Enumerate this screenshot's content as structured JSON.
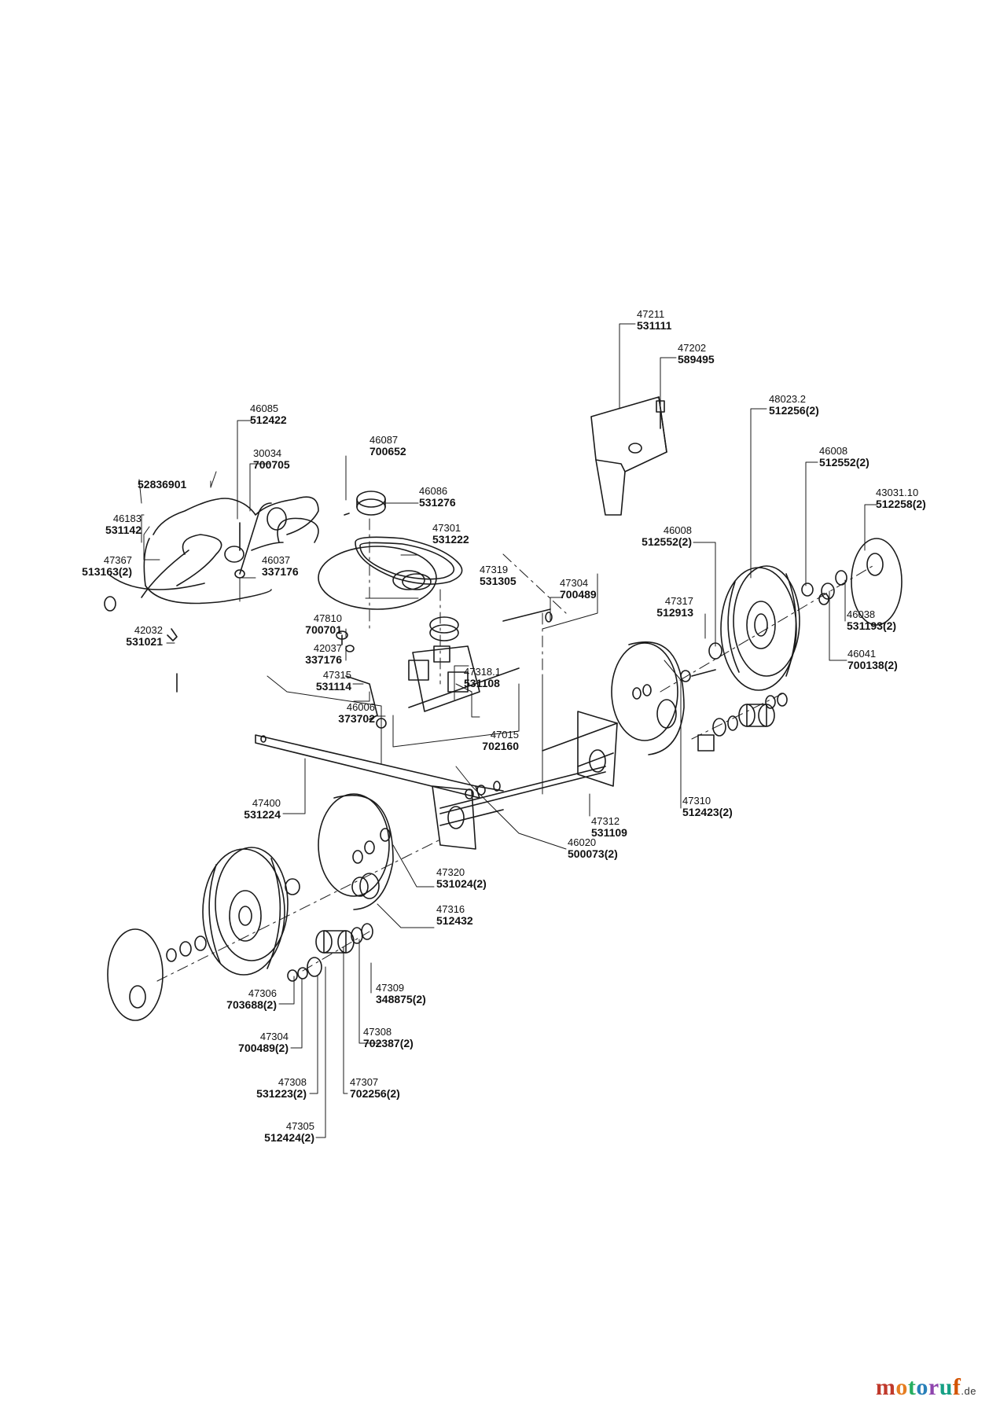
{
  "callouts": [
    {
      "id": "c1",
      "ref": "47211",
      "part": "531111"
    },
    {
      "id": "c2",
      "ref": "47202",
      "part": "589495"
    },
    {
      "id": "c3",
      "ref": "48023.2",
      "part": "512256(2)"
    },
    {
      "id": "c4",
      "ref": "46008",
      "part": "512552(2)"
    },
    {
      "id": "c5",
      "ref": "43031.10",
      "part": "512258(2)"
    },
    {
      "id": "c6",
      "ref": "46008",
      "part": "512552(2)"
    },
    {
      "id": "c7",
      "ref": "47317",
      "part": "512913"
    },
    {
      "id": "c8",
      "ref": "46038",
      "part": "531193(2)"
    },
    {
      "id": "c9",
      "ref": "46041",
      "part": "700138(2)"
    },
    {
      "id": "c10",
      "ref": "46085",
      "part": "512422"
    },
    {
      "id": "c11",
      "ref": "30034",
      "part": "700705"
    },
    {
      "id": "c12",
      "ref": "46087",
      "part": "700652"
    },
    {
      "id": "c13",
      "ref": "46086",
      "part": "531276"
    },
    {
      "id": "c14",
      "ref": "46183",
      "part": "531142"
    },
    {
      "id": "c15",
      "ref": "47367",
      "part": "513163(2)"
    },
    {
      "id": "c16",
      "ref": "46037",
      "part": "337176"
    },
    {
      "id": "c17",
      "ref": "47301",
      "part": "531222"
    },
    {
      "id": "c18",
      "ref": "47319",
      "part": "531305"
    },
    {
      "id": "c19",
      "ref": "47304",
      "part": "700489"
    },
    {
      "id": "c20",
      "ref": "42032",
      "part": "531021"
    },
    {
      "id": "c21",
      "ref": "47810",
      "part": "700701"
    },
    {
      "id": "c22",
      "ref": "42037",
      "part": "337176"
    },
    {
      "id": "c23",
      "ref": "47315",
      "part": "531114"
    },
    {
      "id": "c24",
      "ref": "47318.1",
      "part": "531108"
    },
    {
      "id": "c25",
      "ref": "46006",
      "part": "373702"
    },
    {
      "id": "c26",
      "ref": "47015",
      "part": "702160"
    },
    {
      "id": "c27",
      "ref": "47400",
      "part": "531224"
    },
    {
      "id": "c28",
      "ref": "47312",
      "part": "531109"
    },
    {
      "id": "c29",
      "ref": "47310",
      "part": "512423(2)"
    },
    {
      "id": "c30",
      "ref": "46020",
      "part": "500073(2)"
    },
    {
      "id": "c31",
      "ref": "47320",
      "part": "531024(2)"
    },
    {
      "id": "c32",
      "ref": "47316",
      "part": "512432"
    },
    {
      "id": "c33",
      "ref": "47309",
      "part": "348875(2)"
    },
    {
      "id": "c34",
      "ref": "47306",
      "part": "703688(2)"
    },
    {
      "id": "c35",
      "ref": "47304",
      "part": "700489(2)"
    },
    {
      "id": "c36",
      "ref": "47308",
      "part": "702387(2)"
    },
    {
      "id": "c37",
      "ref": "47308",
      "part": "531223(2)"
    },
    {
      "id": "c38",
      "ref": "47307",
      "part": "702256(2)"
    },
    {
      "id": "c39",
      "ref": "47305",
      "part": "512424(2)"
    }
  ],
  "standalone_part": "52836901",
  "watermark": {
    "brand": "motoruf",
    "suffix": ".de"
  },
  "colors": {
    "line": "#1a1a1a",
    "background": "#ffffff",
    "brand_m": "#c0392b",
    "brand_o1": "#e67e22",
    "brand_t": "#27ae60",
    "brand_o2": "#2980b9",
    "brand_r": "#8e44ad",
    "brand_u": "#16a085",
    "brand_f": "#d35400"
  }
}
